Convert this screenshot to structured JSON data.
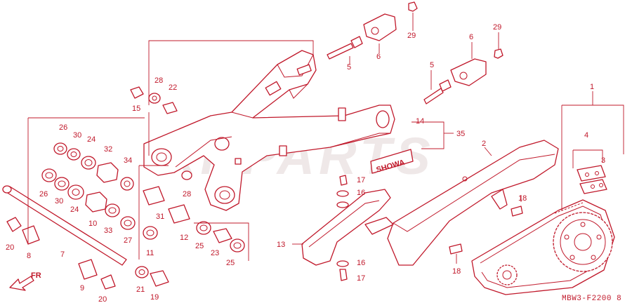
{
  "diagram": {
    "watermark": "XRPARTS",
    "code": "MBW3-F2200 8",
    "fr_label": "FR",
    "decal_text": "SHOWA",
    "colors": {
      "ink": "#c0182a",
      "background": "#ffffff",
      "watermark": "#efe8e8"
    },
    "labels": {
      "p1": "1",
      "p2": "2",
      "p3": "3",
      "p4": "4",
      "p5a": "5",
      "p5b": "5",
      "p6a": "6",
      "p6b": "6",
      "p7": "7",
      "p8": "8",
      "p9": "9",
      "p10": "10",
      "p11": "11",
      "p12": "12",
      "p13": "13",
      "p14": "14",
      "p15": "15",
      "p16a": "16",
      "p16b": "16",
      "p17a": "17",
      "p17b": "17",
      "p18a": "18",
      "p18b": "18",
      "p19": "19",
      "p20a": "20",
      "p20b": "20",
      "p21": "21",
      "p22": "22",
      "p23": "23",
      "p24a": "24",
      "p24b": "24",
      "p25a": "25",
      "p25b": "25",
      "p26a": "26",
      "p26b": "26",
      "p27": "27",
      "p28a": "28",
      "p28b": "28",
      "p29a": "29",
      "p29b": "29",
      "p30a": "30",
      "p30b": "30",
      "p31": "31",
      "p32": "32",
      "p33": "33",
      "p34": "34",
      "p35": "35"
    }
  }
}
